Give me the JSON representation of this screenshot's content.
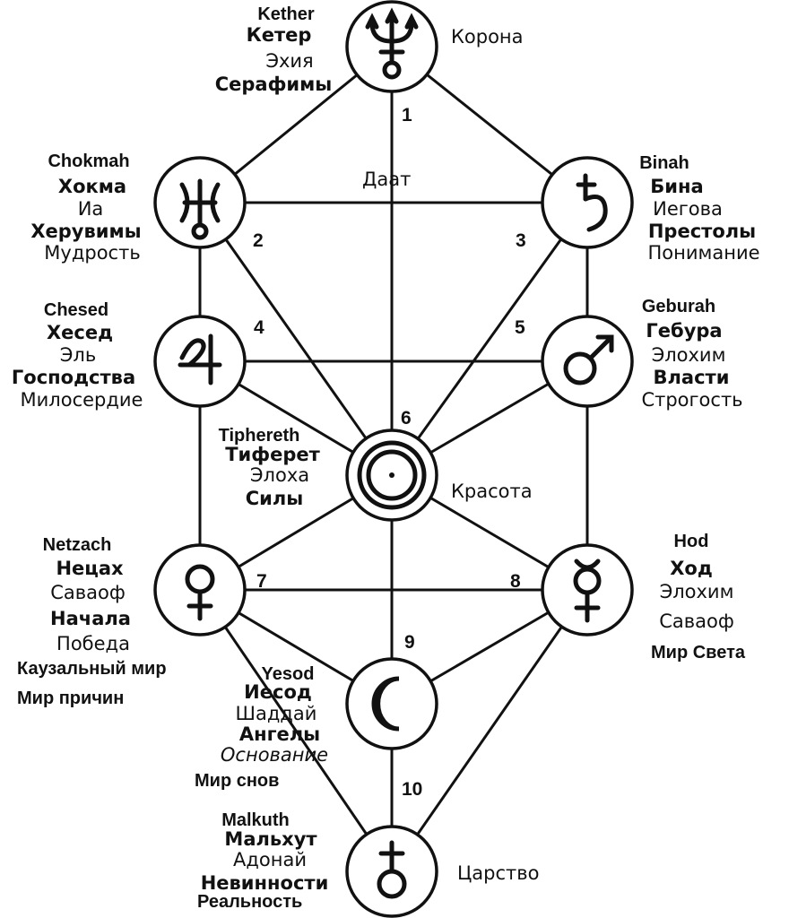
{
  "sephiroth": [
    {
      "id": "kether",
      "latin": "Kether",
      "name": "Кетер",
      "god": "Эхия",
      "choir": "Серафимы",
      "quality": "Корона"
    },
    {
      "id": "chokmah",
      "latin": "Chokmah",
      "name": "Хокма",
      "god": "Иа",
      "choir": "Херувимы",
      "quality": "Мудрость"
    },
    {
      "id": "binah",
      "latin": "Binah",
      "name": "Бина",
      "god": "Иегова",
      "choir": "Престолы",
      "quality": "Понимание"
    },
    {
      "id": "chesed",
      "latin": "Chesed",
      "name": "Хесед",
      "god": "Эль",
      "choir": "Господства",
      "quality": "Милосердие"
    },
    {
      "id": "geburah",
      "latin": "Geburah",
      "name": "Гебура",
      "god": "Элохим",
      "choir": "Власти",
      "quality": "Строгость"
    },
    {
      "id": "tiphereth",
      "latin": "Tiphereth",
      "name": "Тиферет",
      "god": "Элоха",
      "choir": "Силы",
      "quality": "Красота"
    },
    {
      "id": "netzach",
      "latin": "Netzach",
      "name": "Нецах",
      "god": "Саваоф",
      "choir": "Начала",
      "quality": "Победа"
    },
    {
      "id": "hod",
      "latin": "Hod",
      "name": "Ход",
      "god": "Элохим",
      "choir": "Саваоф",
      "quality": ""
    },
    {
      "id": "yesod",
      "latin": "Yesod",
      "name": "Иесод",
      "god": "Шаддай",
      "choir": "Ангелы",
      "quality": "Основание"
    },
    {
      "id": "malkuth",
      "latin": "Malkuth",
      "name": "Мальхут",
      "god": "Адонай",
      "choir": "Невинности",
      "quality": "Царство"
    }
  ],
  "daat": "Даат",
  "numbers": [
    "1",
    "2",
    "3",
    "4",
    "5",
    "6",
    "7",
    "8",
    "9",
    "10"
  ],
  "worlds": {
    "causal": "Каузальный мир",
    "causes": "Мир причин",
    "light": "Мир Света",
    "dreams": "Мир снов",
    "reality": "Реальность"
  },
  "symbols": {
    "kether": "neptune-icon",
    "chokmah": "uranus-icon",
    "binah": "saturn-icon",
    "chesed": "jupiter-icon",
    "geburah": "mars-icon",
    "tiphereth": "sun-icon",
    "netzach": "venus-icon",
    "hod": "mercury-icon",
    "yesod": "moon-icon",
    "malkuth": "earth-icon"
  }
}
